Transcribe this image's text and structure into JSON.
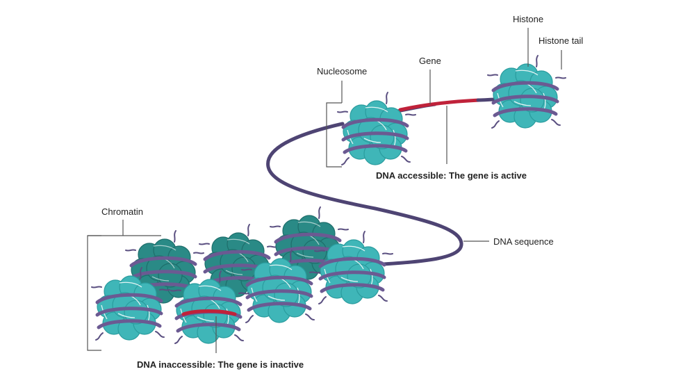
{
  "labels": {
    "histone": "Histone",
    "histone_tail": "Histone tail",
    "gene": "Gene",
    "nucleosome": "Nucleosome",
    "dna_accessible": "DNA accessible: The gene is active",
    "chromatin": "Chromatin",
    "dna_sequence": "DNA sequence",
    "dna_inaccessible": "DNA inaccessible: The gene is inactive"
  },
  "colors": {
    "dna_strand": "#4e4473",
    "gene_segment": "#c0223a",
    "histone_light": "#3fb6b8",
    "histone_light_edge": "#2a9c9e",
    "histone_dark": "#2a8a86",
    "histone_dark_edge": "#1e6e6b",
    "dna_wrap": "#6b5a92",
    "histone_tail": "#5a4f80",
    "leader_line": "#555555"
  }
}
